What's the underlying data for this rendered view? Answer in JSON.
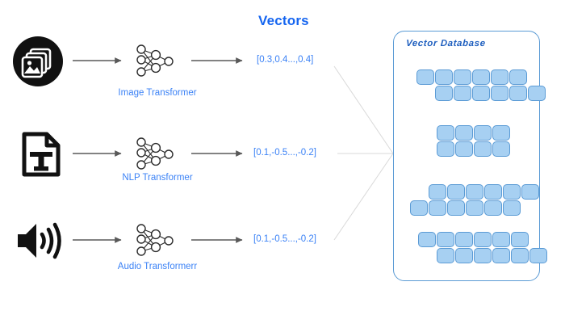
{
  "title": "Vectors",
  "pipelines": [
    {
      "source_icon": "image-icon",
      "transformer_icon": "neural-network-icon",
      "transformer_label": "Image Transformer",
      "vector": "[0.3,0.4...,0.4]"
    },
    {
      "source_icon": "text-document-icon",
      "transformer_icon": "neural-network-icon",
      "transformer_label": "NLP Transformer",
      "vector": "[0.1,-0.5...,-0.2]"
    },
    {
      "source_icon": "audio-speaker-icon",
      "transformer_icon": "neural-network-icon",
      "transformer_label": "Audio Transformerr",
      "vector": "[0.1,-0.5...,-0.2]"
    }
  ],
  "database": {
    "label": "Vector Database",
    "clusters": [
      {
        "name": "cluster-1",
        "rows": [
          {
            "count": 6,
            "offset": 0
          },
          {
            "count": 6,
            "offset": 1
          }
        ]
      },
      {
        "name": "cluster-2",
        "rows": [
          {
            "count": 4,
            "offset": 0
          },
          {
            "count": 4,
            "offset": 0
          }
        ]
      },
      {
        "name": "cluster-3",
        "rows": [
          {
            "count": 6,
            "offset": 1
          },
          {
            "count": 6,
            "offset": 0
          }
        ]
      },
      {
        "name": "cluster-4",
        "rows": [
          {
            "count": 6,
            "offset": 0
          },
          {
            "count": 6,
            "offset": 1
          }
        ]
      }
    ]
  },
  "colors": {
    "accent_blue": "#3b82f6",
    "title_blue": "#1565f0",
    "panel_border": "#5B9BD5",
    "block_fill": "#A7D0F2",
    "block_border": "#5B9BD5",
    "arrow_gray": "#595959",
    "link_gray": "#d9d9d9",
    "icon_black": "#111111"
  }
}
